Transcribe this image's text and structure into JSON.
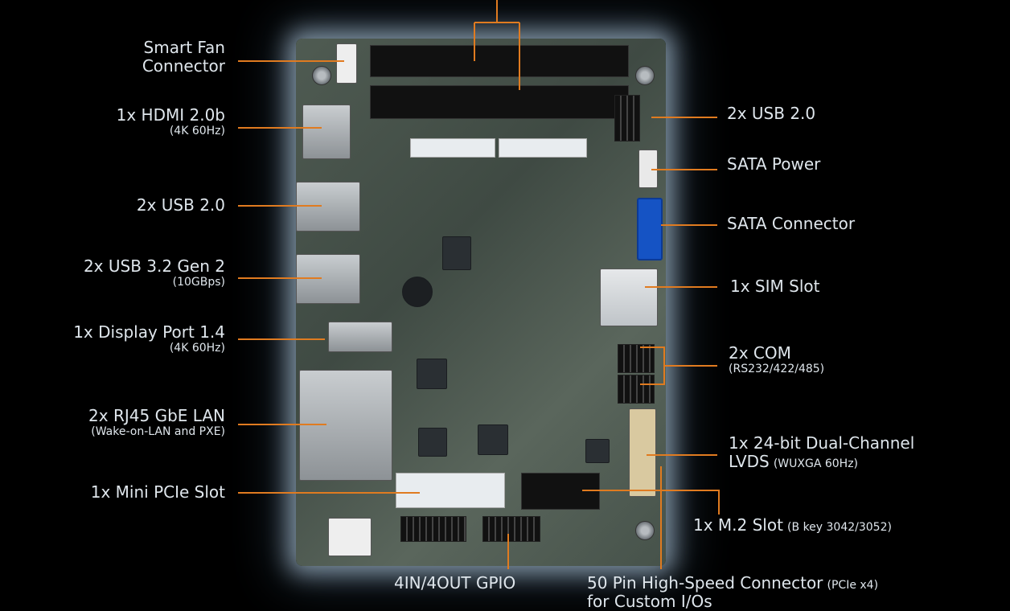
{
  "colors": {
    "leader": "#e07b20",
    "text": "#dfe6ec",
    "background": "#000000",
    "sata_blue": "#1553c4"
  },
  "labels": {
    "smart_fan": {
      "line1": "Smart Fan",
      "line2": "Connector"
    },
    "hdmi": {
      "main": "1x HDMI 2.0b",
      "sub": "(4K 60Hz)"
    },
    "usb20_left": {
      "main": "2x USB 2.0"
    },
    "usb32": {
      "main": "2x USB 3.2 Gen 2",
      "sub": "(10GBps)"
    },
    "displayport": {
      "main": "1x Display Port 1.4",
      "sub": "(4K 60Hz)"
    },
    "rj45": {
      "main": "2x RJ45 GbE LAN",
      "sub": "(Wake-on-LAN and PXE)"
    },
    "minipcie": {
      "main": "1x Mini PCIe Slot"
    },
    "usb20_right": {
      "main": "2x USB 2.0"
    },
    "sata_power": {
      "main": "SATA Power"
    },
    "sata_conn": {
      "main": "SATA Connector"
    },
    "sim": {
      "main": "1x SIM Slot"
    },
    "com": {
      "main": "2x COM",
      "sub": "(RS232/422/485)"
    },
    "lvds": {
      "line1": "1x 24-bit Dual-Channel",
      "line2_main": "LVDS",
      "line2_sub": "(WUXGA 60Hz)"
    },
    "m2": {
      "main": "1x M.2 Slot",
      "sub": "(B key 3042/3052)"
    },
    "gpio": {
      "main": "4IN/4OUT GPIO"
    },
    "hs_conn": {
      "line1_main": "50 Pin High-Speed Connector",
      "line1_sub": "(PCIe x4)",
      "line2": "for Custom I/Os"
    }
  }
}
